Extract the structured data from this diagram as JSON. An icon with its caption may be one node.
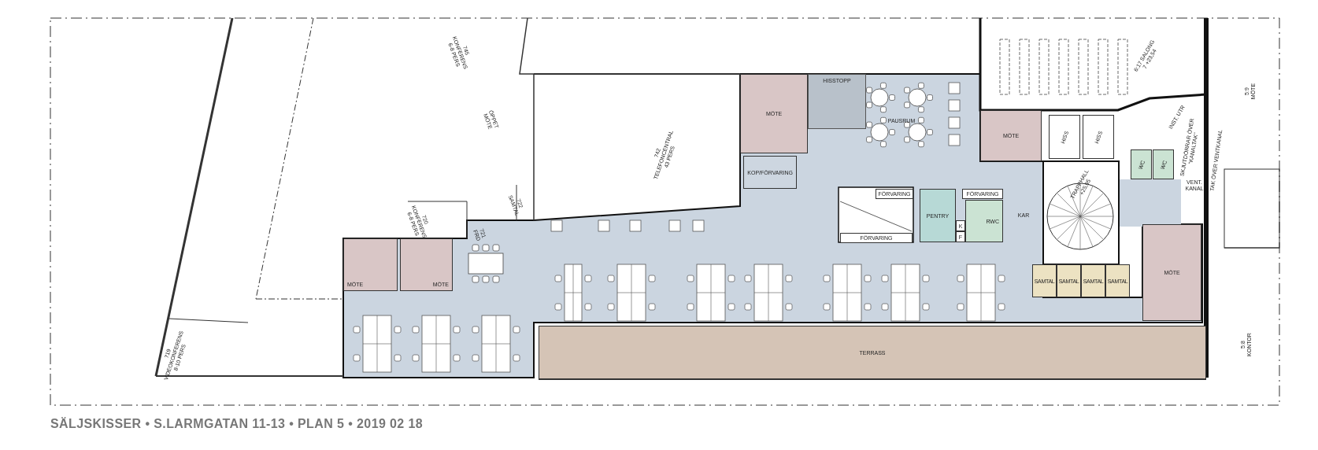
{
  "diagram": {
    "caption": "SÄLJSKISSER • S.LARMGATAN 11-13 • PLAN 5 • 2019 02 18",
    "nodes": [
      {
        "text": [
          "MÖTE"
        ]
      },
      {
        "text": [
          "MÖTE"
        ]
      },
      {
        "text": [
          "MÖTE"
        ]
      },
      {
        "text": [
          "HISSTOPP"
        ]
      },
      {
        "text": [
          "KOP/FÖRVARING"
        ]
      },
      {
        "text": [
          "FÖRVARING"
        ]
      },
      {
        "text": [
          "FÖRVARING"
        ]
      },
      {
        "text": [
          "FÖRVARING"
        ]
      },
      {
        "text": [
          "PENTRY"
        ]
      },
      {
        "text": [
          "K"
        ]
      },
      {
        "text": [
          "F"
        ]
      },
      {
        "text": [
          "RWC"
        ]
      },
      {
        "text": [
          "MÖTE"
        ]
      },
      {
        "text": [
          "HISS"
        ]
      },
      {
        "text": [
          "HISS"
        ]
      },
      {
        "text": [
          "WC"
        ]
      },
      {
        "text": [
          "WC"
        ]
      },
      {
        "text": [
          "SAMTAL"
        ]
      },
      {
        "text": [
          "SAMTAL"
        ]
      },
      {
        "text": [
          "SAMTAL"
        ]
      },
      {
        "text": [
          "SAMTAL"
        ]
      },
      {
        "text": [
          "MÖTE"
        ]
      },
      {
        "text": [
          "TERRASS"
        ]
      }
    ],
    "labels": [
      "745 KONFERENS 6-8 PERS",
      "ÖPPET MÖTE",
      "742 TELEFONCENTRAL 43 PERS",
      "720 KONFERENS 6-8 PERS",
      "721 FRD",
      "722 SAMTAL",
      "719 VIDEOKONFERENS 8-10 PERS",
      "PAUSRUM",
      "KAR",
      "TRAPPHALL +25,95",
      "6:17 SALONG 7 +23,54",
      "INST. UTR",
      "SKJUTDÖRRAR ÖVER \"KANALTAK\"",
      "VENT. KANAL",
      "TAK ÖVER VENTKANAL",
      "5:9 MÖTE",
      "5:8 KONTOR"
    ]
  }
}
